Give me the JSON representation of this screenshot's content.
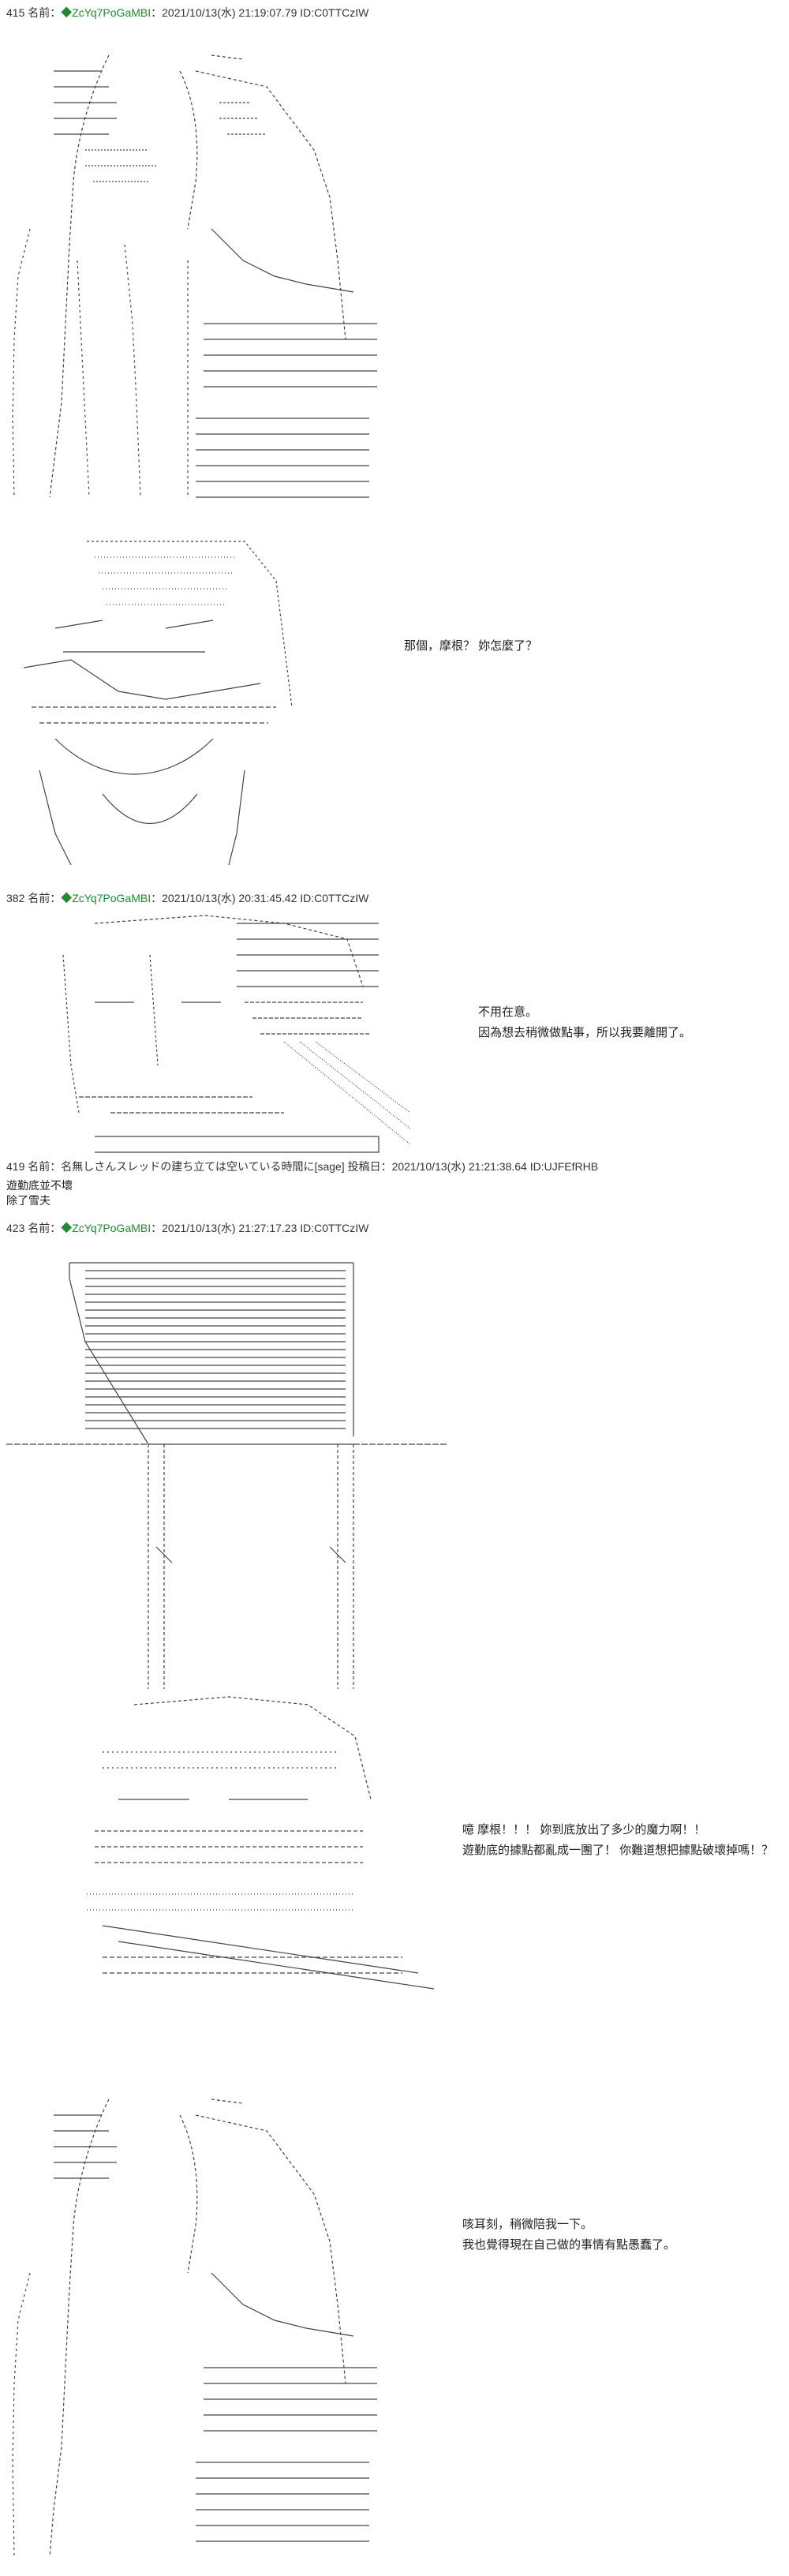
{
  "posts": [
    {
      "number": "415",
      "name_label": "名前：",
      "trip_mark": "◆",
      "trip": "ZcYq7PoGaMBI",
      "datetime": "2021/10/13(水) 21:19:07.79",
      "id": "ID:C0TTCzIW"
    },
    {
      "number": "382",
      "name_label": "名前：",
      "trip_mark": "◆",
      "trip": "ZcYq7PoGaMBI",
      "datetime": "2021/10/13(水) 20:31:45.42",
      "id": "ID:C0TTCzIW"
    },
    {
      "number": "419",
      "name_label": "名前：名無しさん",
      "header_text": "スレッドの建ち立ては空いている時間に[sage] 投稿日：",
      "datetime": "2021/10/13(水) 21:21:38.64",
      "id": "ID:UJFEfRHB",
      "body": [
        "遊勤底並不壞",
        "除了雪夫"
      ]
    },
    {
      "number": "423",
      "name_label": "名前：",
      "trip_mark": "◆",
      "trip": "ZcYq7PoGaMBI",
      "datetime": "2021/10/13(水) 21:27:17.23",
      "id": "ID:C0TTCzIW"
    }
  ],
  "dialogues": {
    "d1": [
      "那個，摩根？ 妳怎麼了？"
    ],
    "d2": [
      "不用在意。",
      "因為想去稍微做點事，所以我要離開了。"
    ],
    "d3": [
      "噫 摩根！！！ 妳到底放出了多少的魔力啊！！",
      "遊勤底的據點都亂成一團了！ 你難道想把據點破壞掉嗎！？"
    ],
    "d4": [
      "咳耳刻，稍微陪我一下。",
      "我也覺得現在自己做的事情有點愚蠢了。"
    ]
  }
}
